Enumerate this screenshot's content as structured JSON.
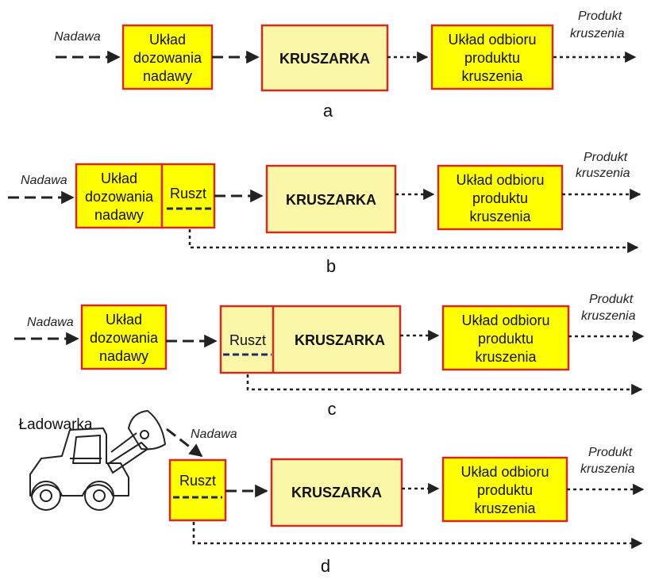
{
  "labels": {
    "feed": "Nadawa",
    "product_line1": "Produkt",
    "product_line2": "kruszenia",
    "feeder_line1": "Układ",
    "feeder_line2": "dozowania",
    "feeder_line3": "nadawy",
    "crusher": "KRUSZARKA",
    "receiver_line1": "Układ odbioru",
    "receiver_line2": "produktu",
    "receiver_line3": "kruszenia",
    "grate": "Ruszt",
    "loader": "Ładowarka"
  },
  "variants": [
    "a",
    "b",
    "c",
    "d"
  ],
  "colors": {
    "box_fill": "#ffff00",
    "box_fill_light": "#fbf7a9",
    "box_border": "#d42a1e",
    "grate_line": "#1b2c6b",
    "arrow": "#222222"
  }
}
